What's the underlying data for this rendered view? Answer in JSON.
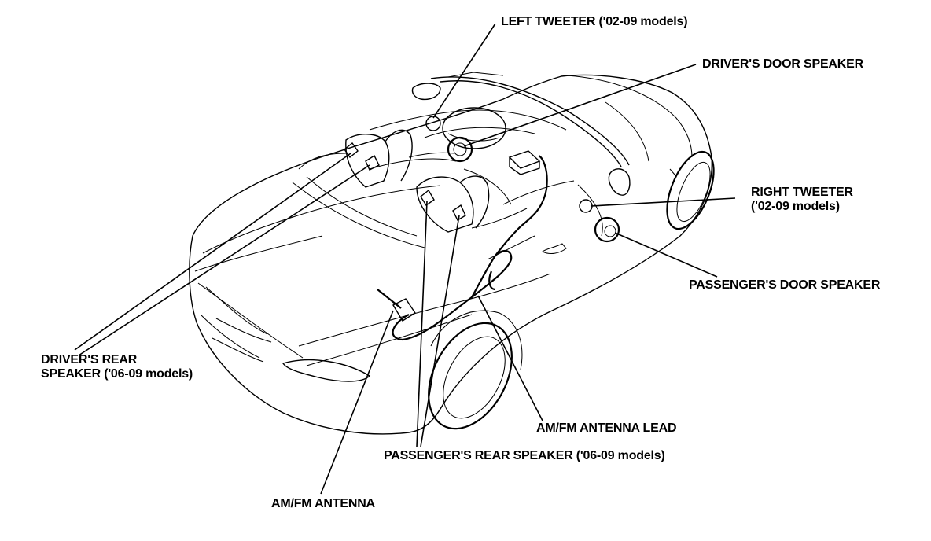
{
  "diagram": {
    "labels": {
      "left_tweeter": "LEFT TWEETER ('02-09 models)",
      "drivers_door_speaker": "DRIVER'S DOOR SPEAKER",
      "right_tweeter_line1": "RIGHT TWEETER",
      "right_tweeter_line2": "('02-09 models)",
      "passengers_door_speaker": "PASSENGER'S DOOR SPEAKER",
      "drivers_rear_line1": "DRIVER'S REAR",
      "drivers_rear_line2": "SPEAKER ('06-09 models)",
      "antenna_lead": "AM/FM ANTENNA LEAD",
      "passengers_rear_speaker": "PASSENGER'S REAR SPEAKER ('06-09 models)",
      "antenna": "AM/FM ANTENNA"
    },
    "colors": {
      "ink": "#000000",
      "background": "#ffffff"
    }
  }
}
